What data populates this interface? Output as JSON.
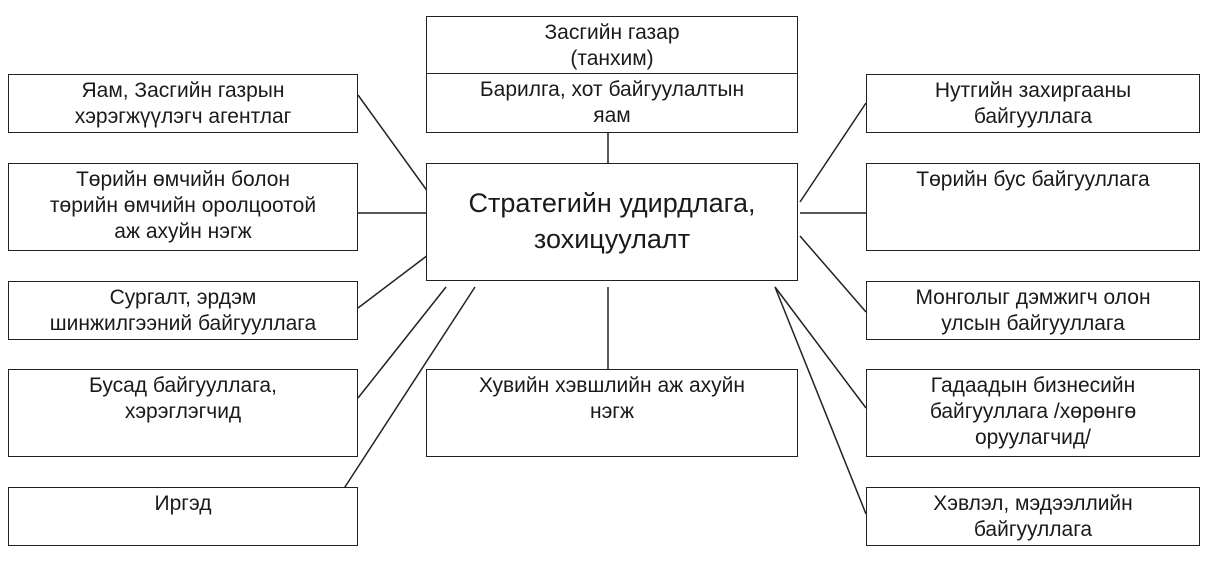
{
  "diagram": {
    "government": "Засгийн газар\n(танхим)",
    "ministry": "Барилга, хот байгуулалтын\nяам",
    "center": "Стратегийн удирдлага,\nзохицуулалт",
    "private_sector": "Хувийн хэвшлийн аж ахуйн\nнэгж",
    "left": [
      "Яам, Засгийн газрын\nхэрэгжүүлэгч агентлаг",
      "Төрийн өмчийн болон\nтөрийн өмчийн оролцоотой\nаж ахуйн нэгж",
      "Сургалт, эрдэм\nшинжилгээний байгууллага",
      "Бусад байгууллага,\nхэрэглэгчид",
      "Иргэд"
    ],
    "right": [
      "Нутгийн захиргааны\nбайгууллага",
      "Төрийн бус байгууллага",
      "Монголыг дэмжигч олон\nулсын байгууллага",
      "Гадаадын бизнесийн\nбайгууллага /хөрөнгө\nоруулагчид/",
      "Хэвлэл, мэдээллийн\nбайгууллага"
    ]
  }
}
